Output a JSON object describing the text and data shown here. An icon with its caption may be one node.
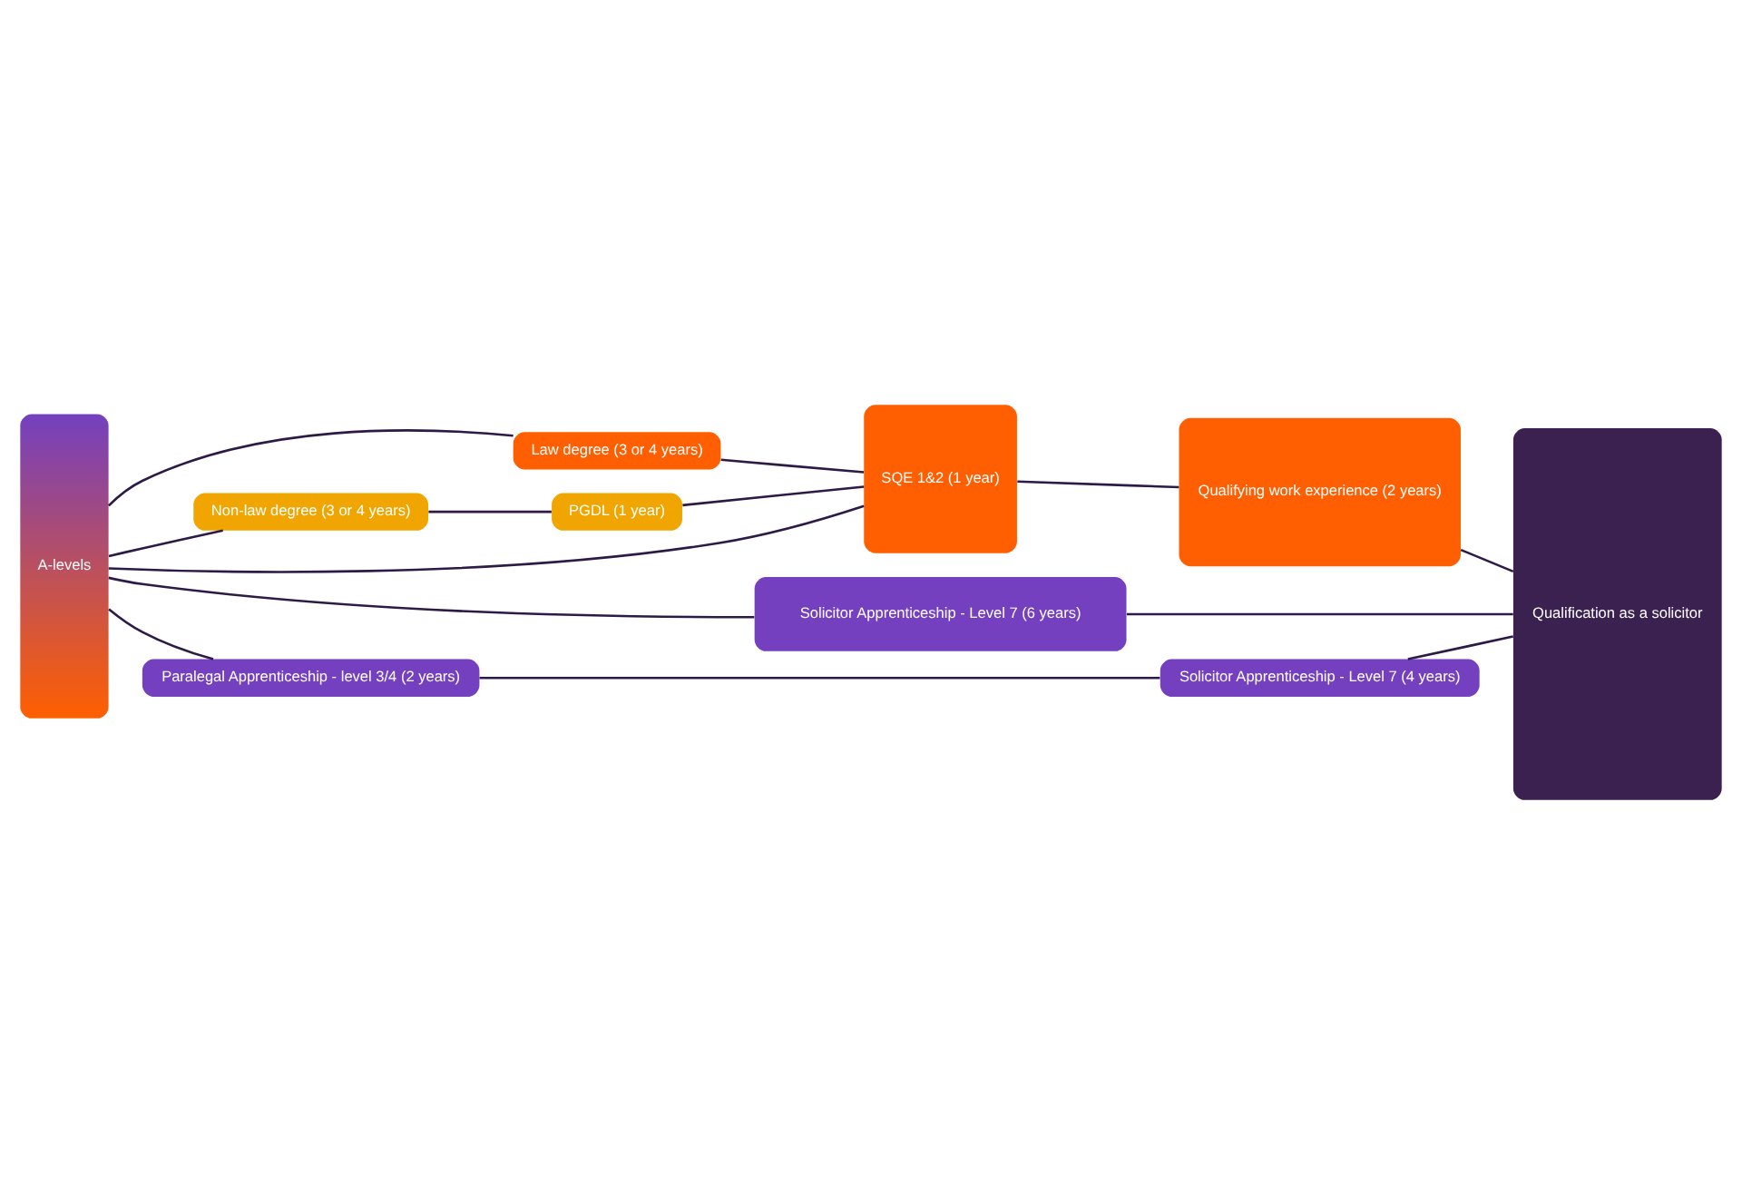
{
  "diagram": {
    "nodes": [
      {
        "text": [
          "A-levels"
        ]
      },
      {
        "text": [
          "Law degree (3 or 4 years)"
        ]
      },
      {
        "text": [
          "Non-law degree (3 or 4 years)"
        ]
      },
      {
        "text": [
          "PGDL (1 year)"
        ]
      },
      {
        "text": [
          "SQE 1&2 (1 year)"
        ]
      },
      {
        "text": [
          "Qualifying work experience (2 years)"
        ]
      },
      {
        "text": [
          "Solicitor Apprenticeship - Level 7 (6 years)"
        ]
      },
      {
        "text": [
          "Paralegal Apprenticeship - level 3/4 (2 years)"
        ]
      },
      {
        "text": [
          "Solicitor Apprenticeship - Level 7 (4 years)"
        ]
      },
      {
        "text": [
          "Qualification as a solicitor"
        ]
      }
    ],
    "edges": [
      {
        "from": 0,
        "to": 1,
        "arrow": "none"
      },
      {
        "from": 1,
        "to": 4,
        "arrow": "none"
      },
      {
        "from": 0,
        "to": 4,
        "arrow": "none"
      },
      {
        "from": 0,
        "to": 2,
        "arrow": "none"
      },
      {
        "from": 2,
        "to": 3,
        "arrow": "none"
      },
      {
        "from": 3,
        "to": 4,
        "arrow": "none"
      },
      {
        "from": 4,
        "to": 5,
        "arrow": "none"
      },
      {
        "from": 5,
        "to": 9,
        "arrow": "none"
      },
      {
        "from": 0,
        "to": 6,
        "arrow": "none"
      },
      {
        "from": 6,
        "to": 9,
        "arrow": "none"
      },
      {
        "from": 0,
        "to": 7,
        "arrow": "none"
      },
      {
        "from": 7,
        "to": 8,
        "arrow": "none"
      },
      {
        "from": 8,
        "to": 9,
        "arrow": "none"
      }
    ]
  }
}
